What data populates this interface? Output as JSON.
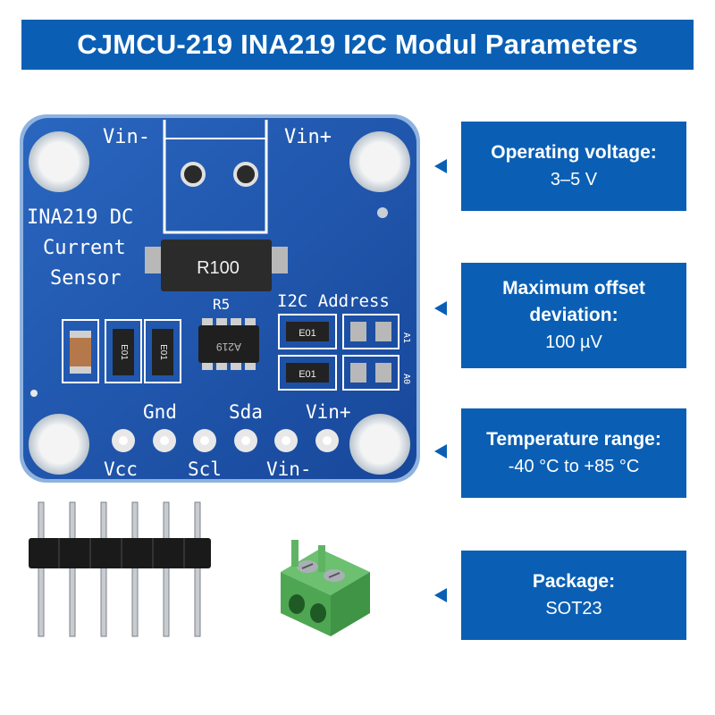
{
  "header": {
    "title": "CJMCU-219 INA219 I2C Modul Parameters"
  },
  "board": {
    "label_vin_minus_top": "Vin-",
    "label_vin_plus_top": "Vin+",
    "sensor_line1": "INA219 DC",
    "sensor_line2": "Current",
    "sensor_line3": "Sensor",
    "shunt_marking": "R100",
    "shunt_designator": "R5",
    "i2c_address": "I2C Address",
    "resistor_marking": "E01",
    "chip_marking": "A219",
    "jumper_a0": "A0",
    "jumper_a1": "A1",
    "pin_gnd": "Gnd",
    "pin_sda": "Sda",
    "pin_vin_plus": "Vin+",
    "pin_vcc": "Vcc",
    "pin_scl": "Scl",
    "pin_vin_minus": "Vin-"
  },
  "parameters": [
    {
      "label": "Operating voltage:",
      "value": "3–5 V"
    },
    {
      "label": "Maximum offset deviation:",
      "value": "100 µV"
    },
    {
      "label": "Temperature range:",
      "value": "-40 °C to +85 °C"
    },
    {
      "label": "Package:",
      "value": "SOT23"
    }
  ],
  "colors": {
    "accent": "#0a5fb4",
    "pcb": "#1d55a8",
    "terminal": "#52ad58",
    "header_pins": "#1a1a1a"
  }
}
